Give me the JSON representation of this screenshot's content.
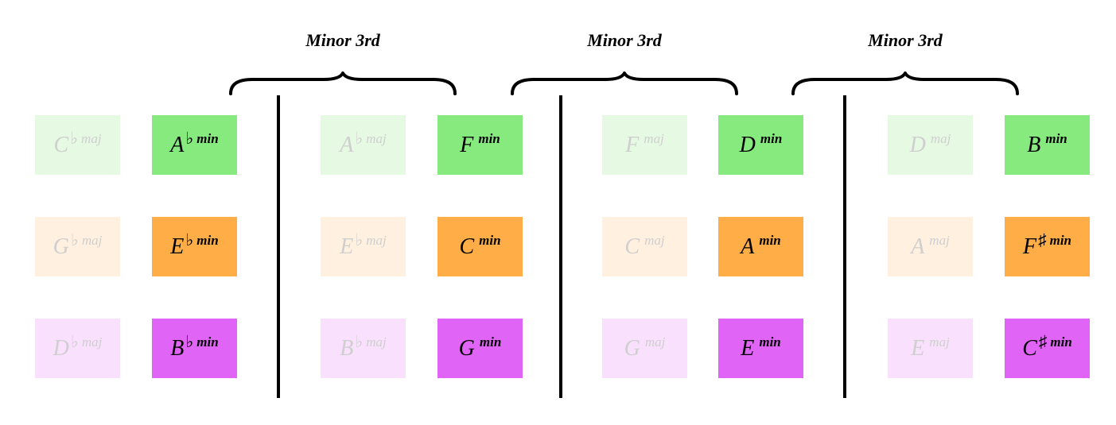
{
  "colors": {
    "green": "#86ea7f",
    "orange": "#ffad47",
    "purple": "#e064f5",
    "green_faded": "#e5f9e3",
    "orange_faded": "#fff0df",
    "purple_faded": "#f9e0fc",
    "major_text": "#cfcfcf",
    "minor_text": "#000000"
  },
  "interval_labels": [
    "Minor 3rd",
    "Minor 3rd",
    "Minor 3rd"
  ],
  "groups": [
    {
      "major": [
        {
          "root": "C",
          "accidental": "♭",
          "quality": "maj",
          "color": "green_faded"
        },
        {
          "root": "G",
          "accidental": "♭",
          "quality": "maj",
          "color": "orange_faded"
        },
        {
          "root": "D",
          "accidental": "♭",
          "quality": "maj",
          "color": "purple_faded"
        }
      ],
      "minor": [
        {
          "root": "A",
          "accidental": "♭",
          "quality": "min",
          "color": "green"
        },
        {
          "root": "E",
          "accidental": "♭",
          "quality": "min",
          "color": "orange"
        },
        {
          "root": "B",
          "accidental": "♭",
          "quality": "min",
          "color": "purple"
        }
      ]
    },
    {
      "major": [
        {
          "root": "A",
          "accidental": "♭",
          "quality": "maj",
          "color": "green_faded"
        },
        {
          "root": "E",
          "accidental": "♭",
          "quality": "maj",
          "color": "orange_faded"
        },
        {
          "root": "B",
          "accidental": "♭",
          "quality": "maj",
          "color": "purple_faded"
        }
      ],
      "minor": [
        {
          "root": "F",
          "accidental": "",
          "quality": "min",
          "color": "green"
        },
        {
          "root": "C",
          "accidental": "",
          "quality": "min",
          "color": "orange"
        },
        {
          "root": "G",
          "accidental": "",
          "quality": "min",
          "color": "purple"
        }
      ]
    },
    {
      "major": [
        {
          "root": "F",
          "accidental": "",
          "quality": "maj",
          "color": "green_faded"
        },
        {
          "root": "C",
          "accidental": "",
          "quality": "maj",
          "color": "orange_faded"
        },
        {
          "root": "G",
          "accidental": "",
          "quality": "maj",
          "color": "purple_faded"
        }
      ],
      "minor": [
        {
          "root": "D",
          "accidental": "",
          "quality": "min",
          "color": "green"
        },
        {
          "root": "A",
          "accidental": "",
          "quality": "min",
          "color": "orange"
        },
        {
          "root": "E",
          "accidental": "",
          "quality": "min",
          "color": "purple"
        }
      ]
    },
    {
      "major": [
        {
          "root": "D",
          "accidental": "",
          "quality": "maj",
          "color": "green_faded"
        },
        {
          "root": "A",
          "accidental": "",
          "quality": "maj",
          "color": "orange_faded"
        },
        {
          "root": "E",
          "accidental": "",
          "quality": "maj",
          "color": "purple_faded"
        }
      ],
      "minor": [
        {
          "root": "B",
          "accidental": "",
          "quality": "min",
          "color": "green"
        },
        {
          "root": "F",
          "accidental": "♯",
          "quality": "min",
          "color": "orange"
        },
        {
          "root": "C",
          "accidental": "♯",
          "quality": "min",
          "color": "purple"
        }
      ]
    }
  ]
}
